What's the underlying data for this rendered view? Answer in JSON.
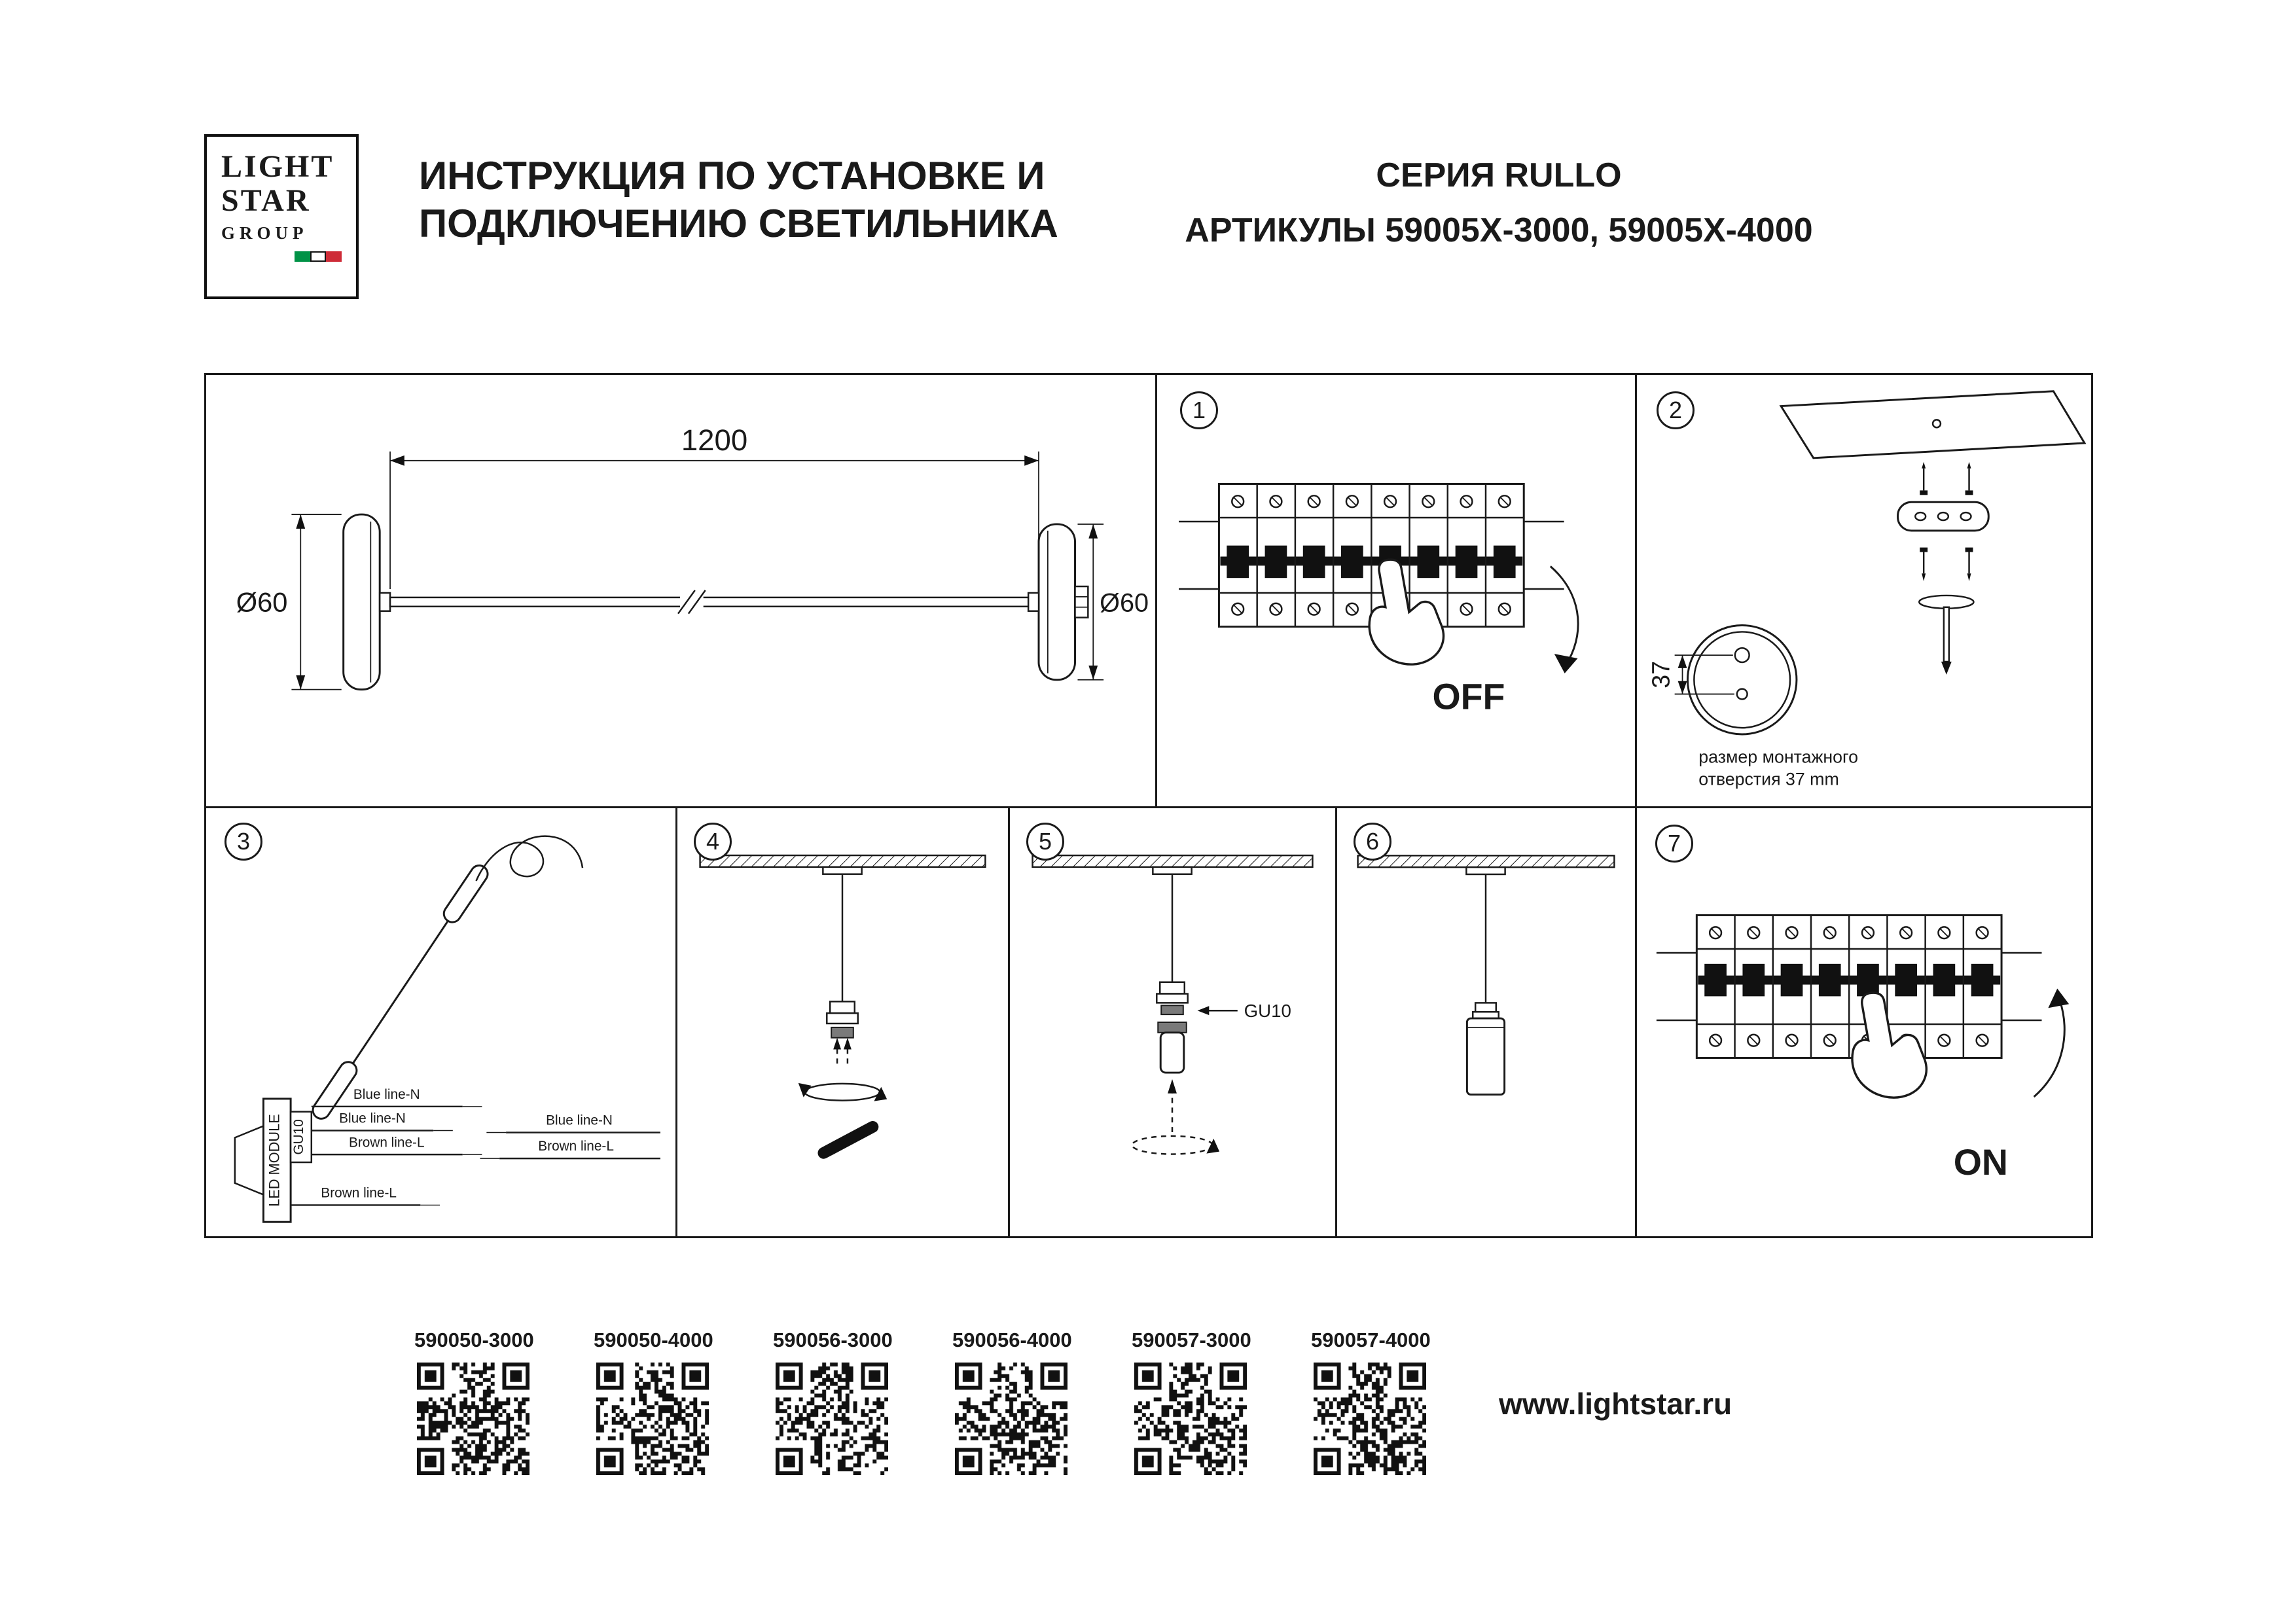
{
  "header": {
    "logo_line1": "LIGHT",
    "logo_line2": "STAR",
    "logo_line3": "GROUP",
    "title_line1": "ИНСТРУКЦИЯ ПО УСТАНОВКЕ И",
    "title_line2": "ПОДКЛЮЧЕНИЮ СВЕТИЛЬНИКА",
    "series": "СЕРИЯ RULLO",
    "articles": "АРТИКУЛЫ 59005X-3000, 59005X-4000"
  },
  "dimension_panel": {
    "length_label": "1200",
    "diameter_left": "Ø60",
    "diameter_right": "Ø60"
  },
  "steps": {
    "s1": {
      "num": "1",
      "switch_label": "OFF"
    },
    "s2": {
      "num": "2",
      "hole_dim": "37",
      "note1": "размер монтажного",
      "note2": "отверстия 37 mm"
    },
    "s3": {
      "num": "3",
      "module_label": "LED MODULE",
      "socket_label": "GU10",
      "wire1": "Blue line-N",
      "wire2": "Blue line-N",
      "wire3": "Brown line-L",
      "wire4": "Brown line-L",
      "mains_wire1": "Blue line-N",
      "mains_wire2": "Brown line-L"
    },
    "s4": {
      "num": "4"
    },
    "s5": {
      "num": "5",
      "lamp_label": "GU10"
    },
    "s6": {
      "num": "6"
    },
    "s7": {
      "num": "7",
      "switch_label": "ON"
    }
  },
  "footer": {
    "qr_labels": [
      "590050-3000",
      "590050-4000",
      "590056-3000",
      "590056-4000",
      "590057-3000",
      "590057-4000"
    ],
    "website": "www.lightstar.ru"
  },
  "colors": {
    "ink": "#1a1a1a",
    "flag_green": "#009246",
    "flag_red": "#ce2b37"
  }
}
